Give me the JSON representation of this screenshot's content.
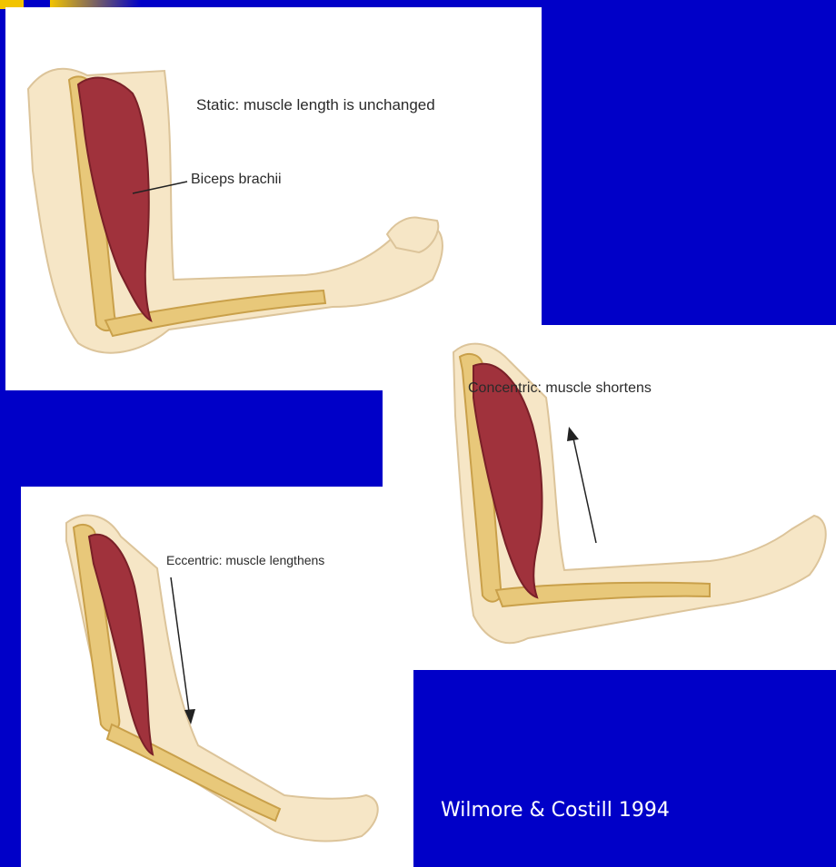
{
  "panels": {
    "static": {
      "caption": "Static: muscle length is unchanged",
      "structure_label": "Biceps brachii"
    },
    "concentric": {
      "caption": "Concentric: muscle shortens"
    },
    "eccentric": {
      "caption": "Eccentric: muscle lengthens"
    }
  },
  "citation": "Wilmore & Costill 1994",
  "colors": {
    "background": "#0000c8",
    "accent": "#f2c400",
    "skin": "#f6e6c6",
    "bone": "#e8c87a",
    "muscle": "#a0323c"
  }
}
